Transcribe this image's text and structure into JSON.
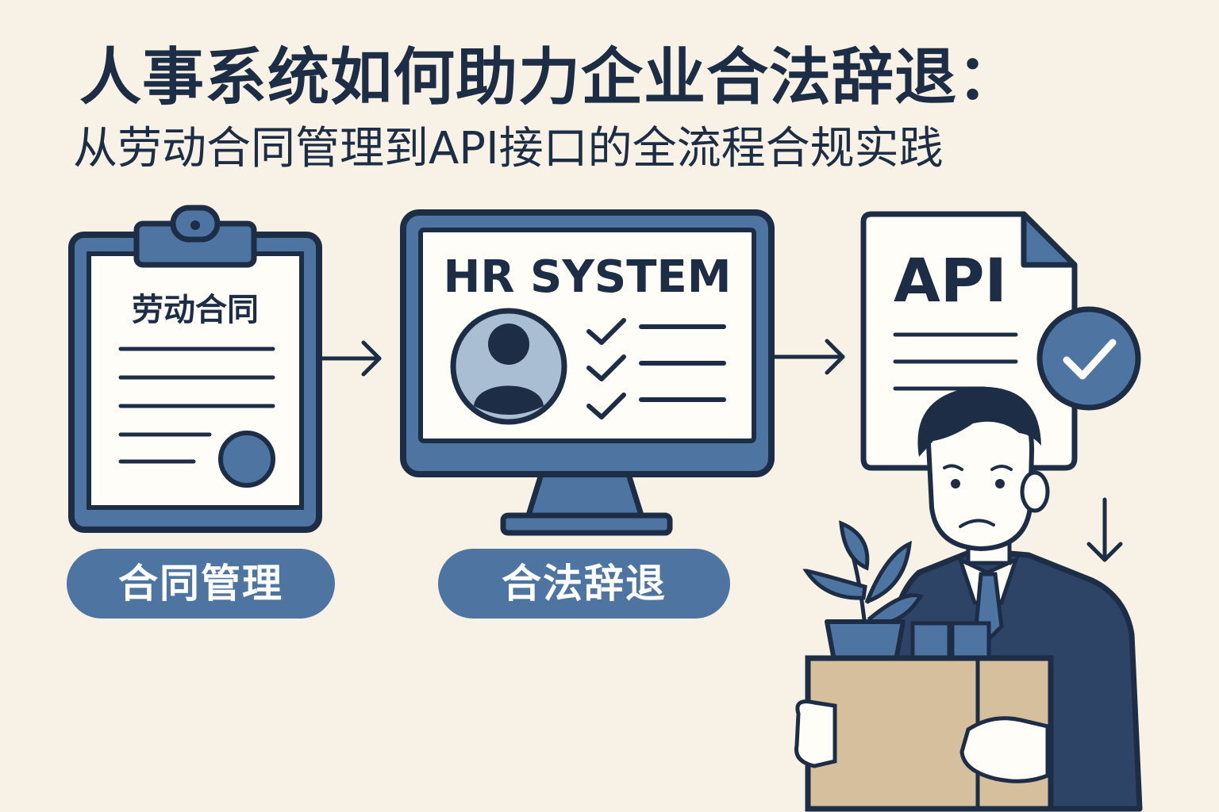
{
  "title": {
    "main": "人事系统如何助力企业合法辞退：",
    "sub": "从劳动合同管理到API接口的全流程合规实践"
  },
  "steps": [
    {
      "illustration": "clipboard-icon",
      "heading": "劳动合同",
      "label": "合同管理"
    },
    {
      "illustration": "computer-monitor-icon",
      "heading": "HR SYSTEM",
      "label": "合法辞退"
    },
    {
      "illustration": "document-icon",
      "heading": "API",
      "label": ""
    }
  ],
  "icons": [
    "arrow-right-icon",
    "user-avatar-icon",
    "checkmark-icon",
    "stamp-seal-icon",
    "check-badge-icon",
    "arrow-down-icon",
    "employee-with-box-icon",
    "plant-icon",
    "cardboard-box-icon"
  ],
  "colors": {
    "background": "#f8f2e6",
    "navy": "#1d2d45",
    "accent_blue": "#4e74a1",
    "light_blue": "#a9bdd3",
    "paper": "#fffdf7",
    "box": "#d6bf9c"
  }
}
